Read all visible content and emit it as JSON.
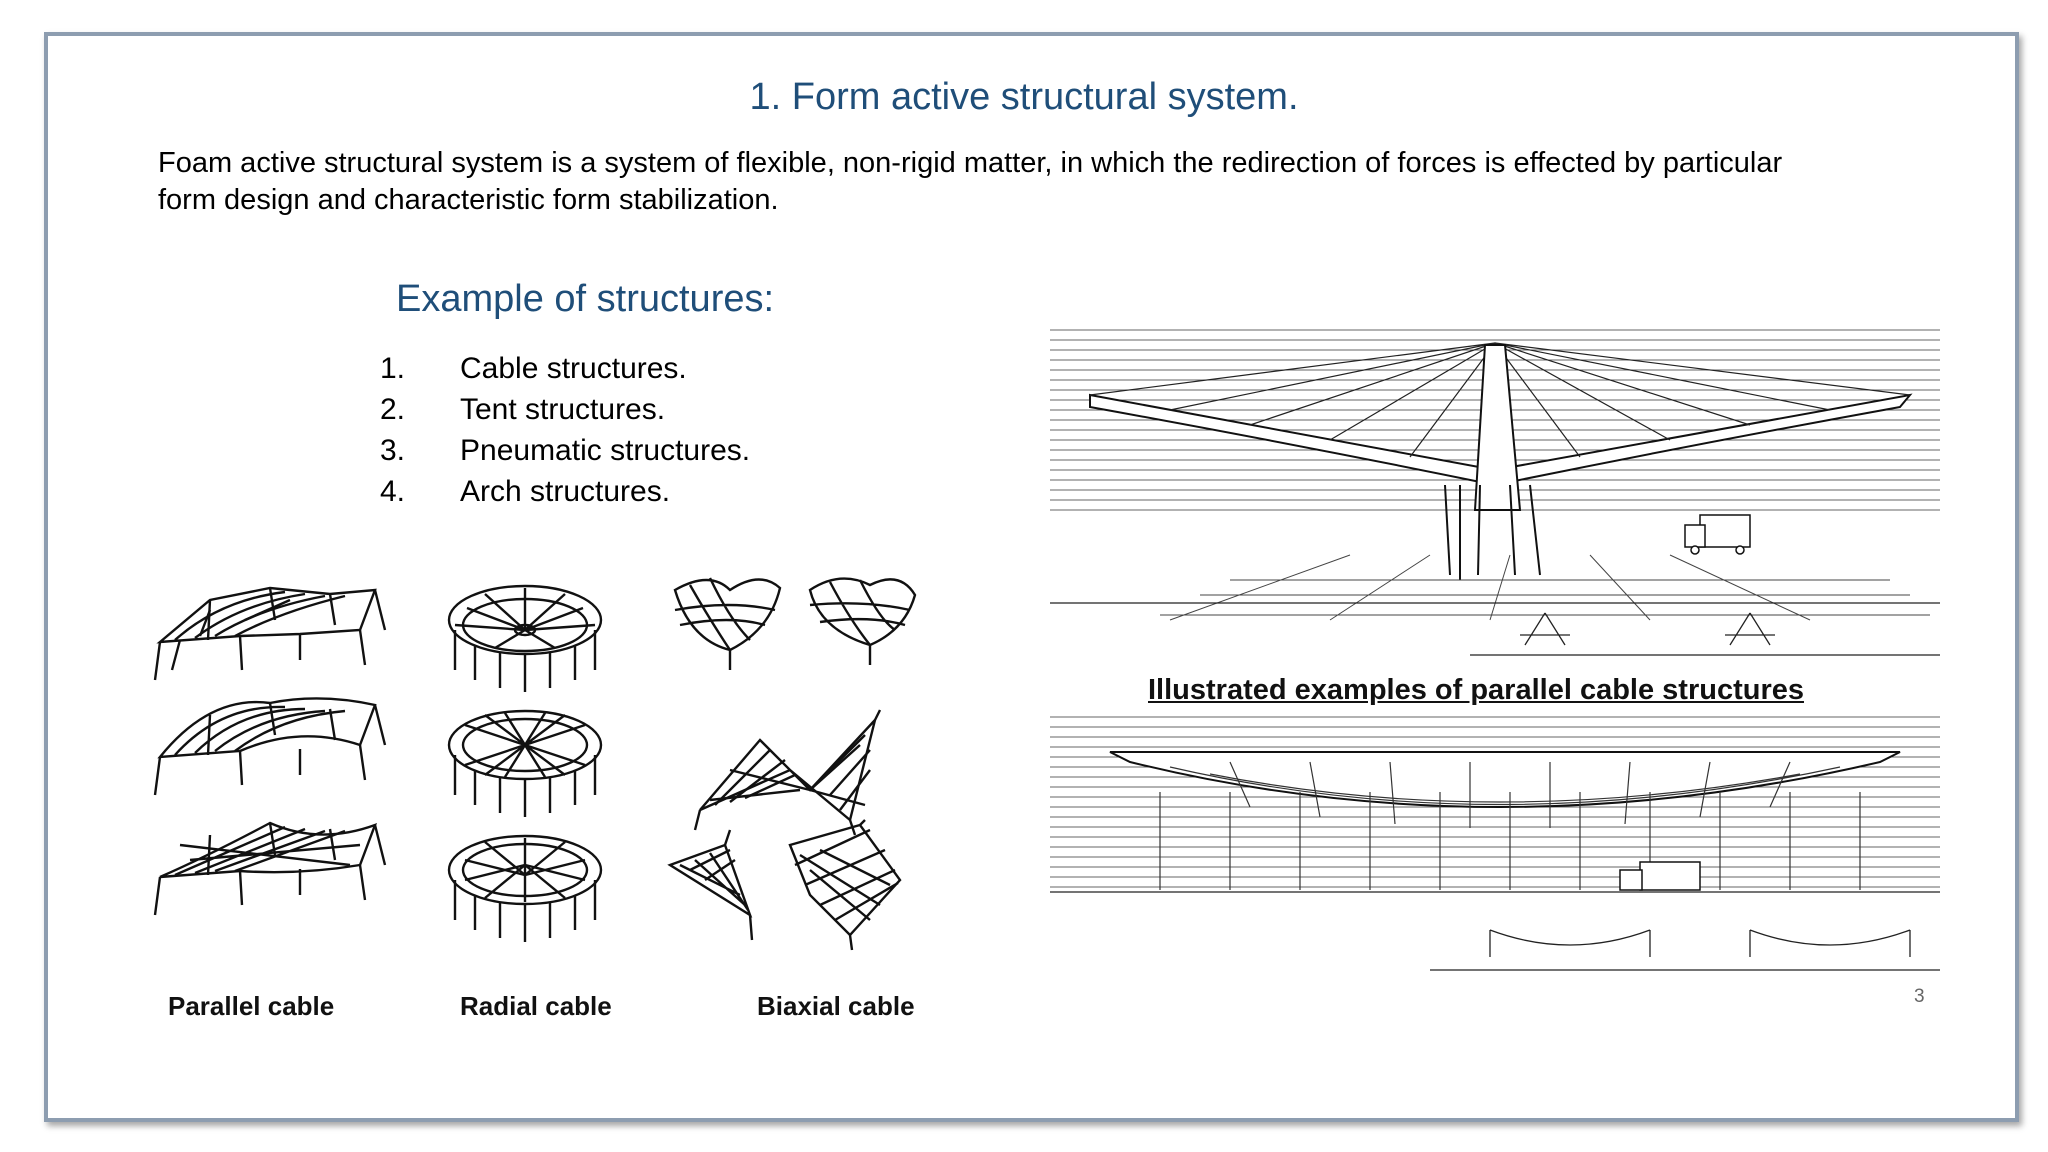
{
  "slide": {
    "title": "1. Form active structural system.",
    "description": "Foam active structural system is a system of flexible, non-rigid matter, in which the redirection of forces is effected by particular form design and characteristic form stabilization.",
    "subtitle": "Example of structures:",
    "list": [
      {
        "num": "1.",
        "text": "Cable structures."
      },
      {
        "num": "2.",
        "text": "Tent structures."
      },
      {
        "num": "3.",
        "text": "Pneumatic structures."
      },
      {
        "num": "4.",
        "text": "Arch structures."
      }
    ],
    "cable_labels": {
      "parallel": "Parallel cable",
      "radial": "Radial cable",
      "biaxial": "Biaxial cable"
    },
    "illustration_caption": "Illustrated examples of parallel cable structures",
    "page_number": "3"
  },
  "colors": {
    "heading": "#1f4e79",
    "frame_border": "#8d9db0"
  }
}
